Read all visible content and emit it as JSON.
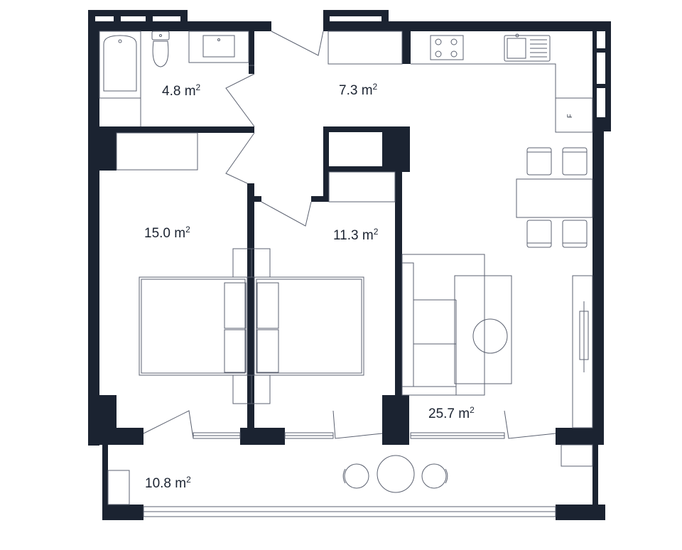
{
  "colors": {
    "wall": "#1b2331",
    "line": "#5b6170",
    "background": "#ffffff"
  },
  "rooms": [
    {
      "id": "bathroom",
      "value": "4.8 m",
      "sup": "2"
    },
    {
      "id": "hallway",
      "value": "7.3 m",
      "sup": "2"
    },
    {
      "id": "bedroom1",
      "value": "15.0 m",
      "sup": "2"
    },
    {
      "id": "bedroom2",
      "value": "11.3 m",
      "sup": "2"
    },
    {
      "id": "living",
      "value": "25.7 m",
      "sup": "2"
    },
    {
      "id": "balcony",
      "value": "10.8 m",
      "sup": "2"
    }
  ],
  "fridge_label": "F",
  "icons": [
    "bathtub-icon",
    "toilet-icon",
    "sink-icon",
    "stove-icon",
    "kitchen-sink-icon",
    "bed-icon",
    "sofa-icon",
    "table-icon",
    "chair-icon",
    "wardrobe-icon",
    "door-icon",
    "window-icon"
  ]
}
